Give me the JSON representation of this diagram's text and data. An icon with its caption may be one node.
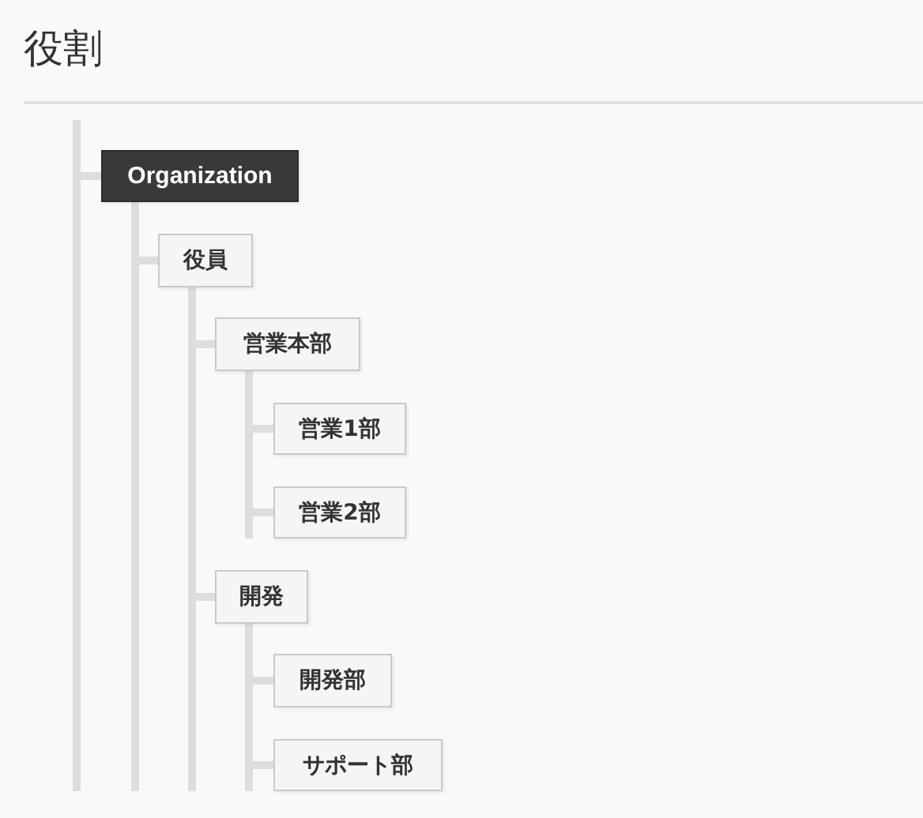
{
  "diagram": {
    "title": "役割",
    "nodes": [
      {
        "text": [
          "Organization"
        ]
      },
      {
        "text": [
          "役員"
        ]
      },
      {
        "text": [
          "営業本部"
        ]
      },
      {
        "text": [
          "営業1部"
        ]
      },
      {
        "text": [
          "営業2部"
        ]
      },
      {
        "text": [
          "開発"
        ]
      },
      {
        "text": [
          "開発部"
        ]
      },
      {
        "text": [
          "サポート部"
        ]
      }
    ],
    "edges": [
      {
        "from": null,
        "to": 0,
        "arrow": "none"
      },
      {
        "from": 0,
        "to": 1,
        "arrow": "none"
      },
      {
        "from": 1,
        "to": 2,
        "arrow": "none"
      },
      {
        "from": 2,
        "to": 3,
        "arrow": "none"
      },
      {
        "from": 2,
        "to": 4,
        "arrow": "none"
      },
      {
        "from": 1,
        "to": 5,
        "arrow": "none"
      },
      {
        "from": 5,
        "to": 6,
        "arrow": "none"
      },
      {
        "from": 5,
        "to": 7,
        "arrow": "none"
      }
    ]
  }
}
